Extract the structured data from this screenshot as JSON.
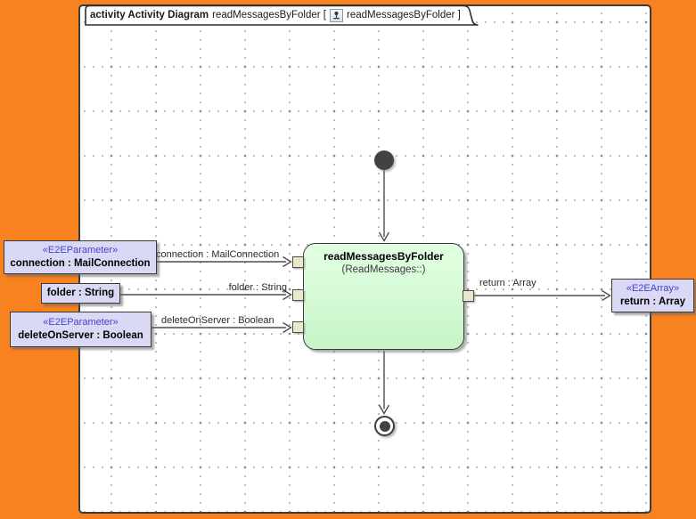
{
  "frame": {
    "tab": {
      "kind_label": "activity Activity Diagram",
      "context_label": "readMessagesByFolder [",
      "diagram_label": "readMessagesByFolder ]",
      "icon": "activity-diagram-icon"
    }
  },
  "activity": {
    "name": "readMessagesByFolder",
    "subtitle": "(ReadMessages::)"
  },
  "parameters": [
    {
      "stereotype": "«E2EParameter»",
      "name": "connection : MailConnection",
      "edge_label": "connection : MailConnection"
    },
    {
      "stereotype": "",
      "name": "folder : String",
      "edge_label": "folder : String"
    },
    {
      "stereotype": "«E2EParameter»",
      "name": "deleteOnServer : Boolean",
      "edge_label": "deleteOnServer : Boolean"
    }
  ],
  "result": {
    "stereotype": "«E2EArray»",
    "name": "return : Array",
    "edge_label": "return : Array"
  },
  "colors": {
    "background_orange": "#F8821F",
    "activity_green": "#CFF6CF",
    "object_lavender": "#D9D9F6",
    "stereotype_blue": "#4343CE",
    "pin_beige": "#EAE7CA",
    "edge_gray": "#4D4D4D"
  }
}
